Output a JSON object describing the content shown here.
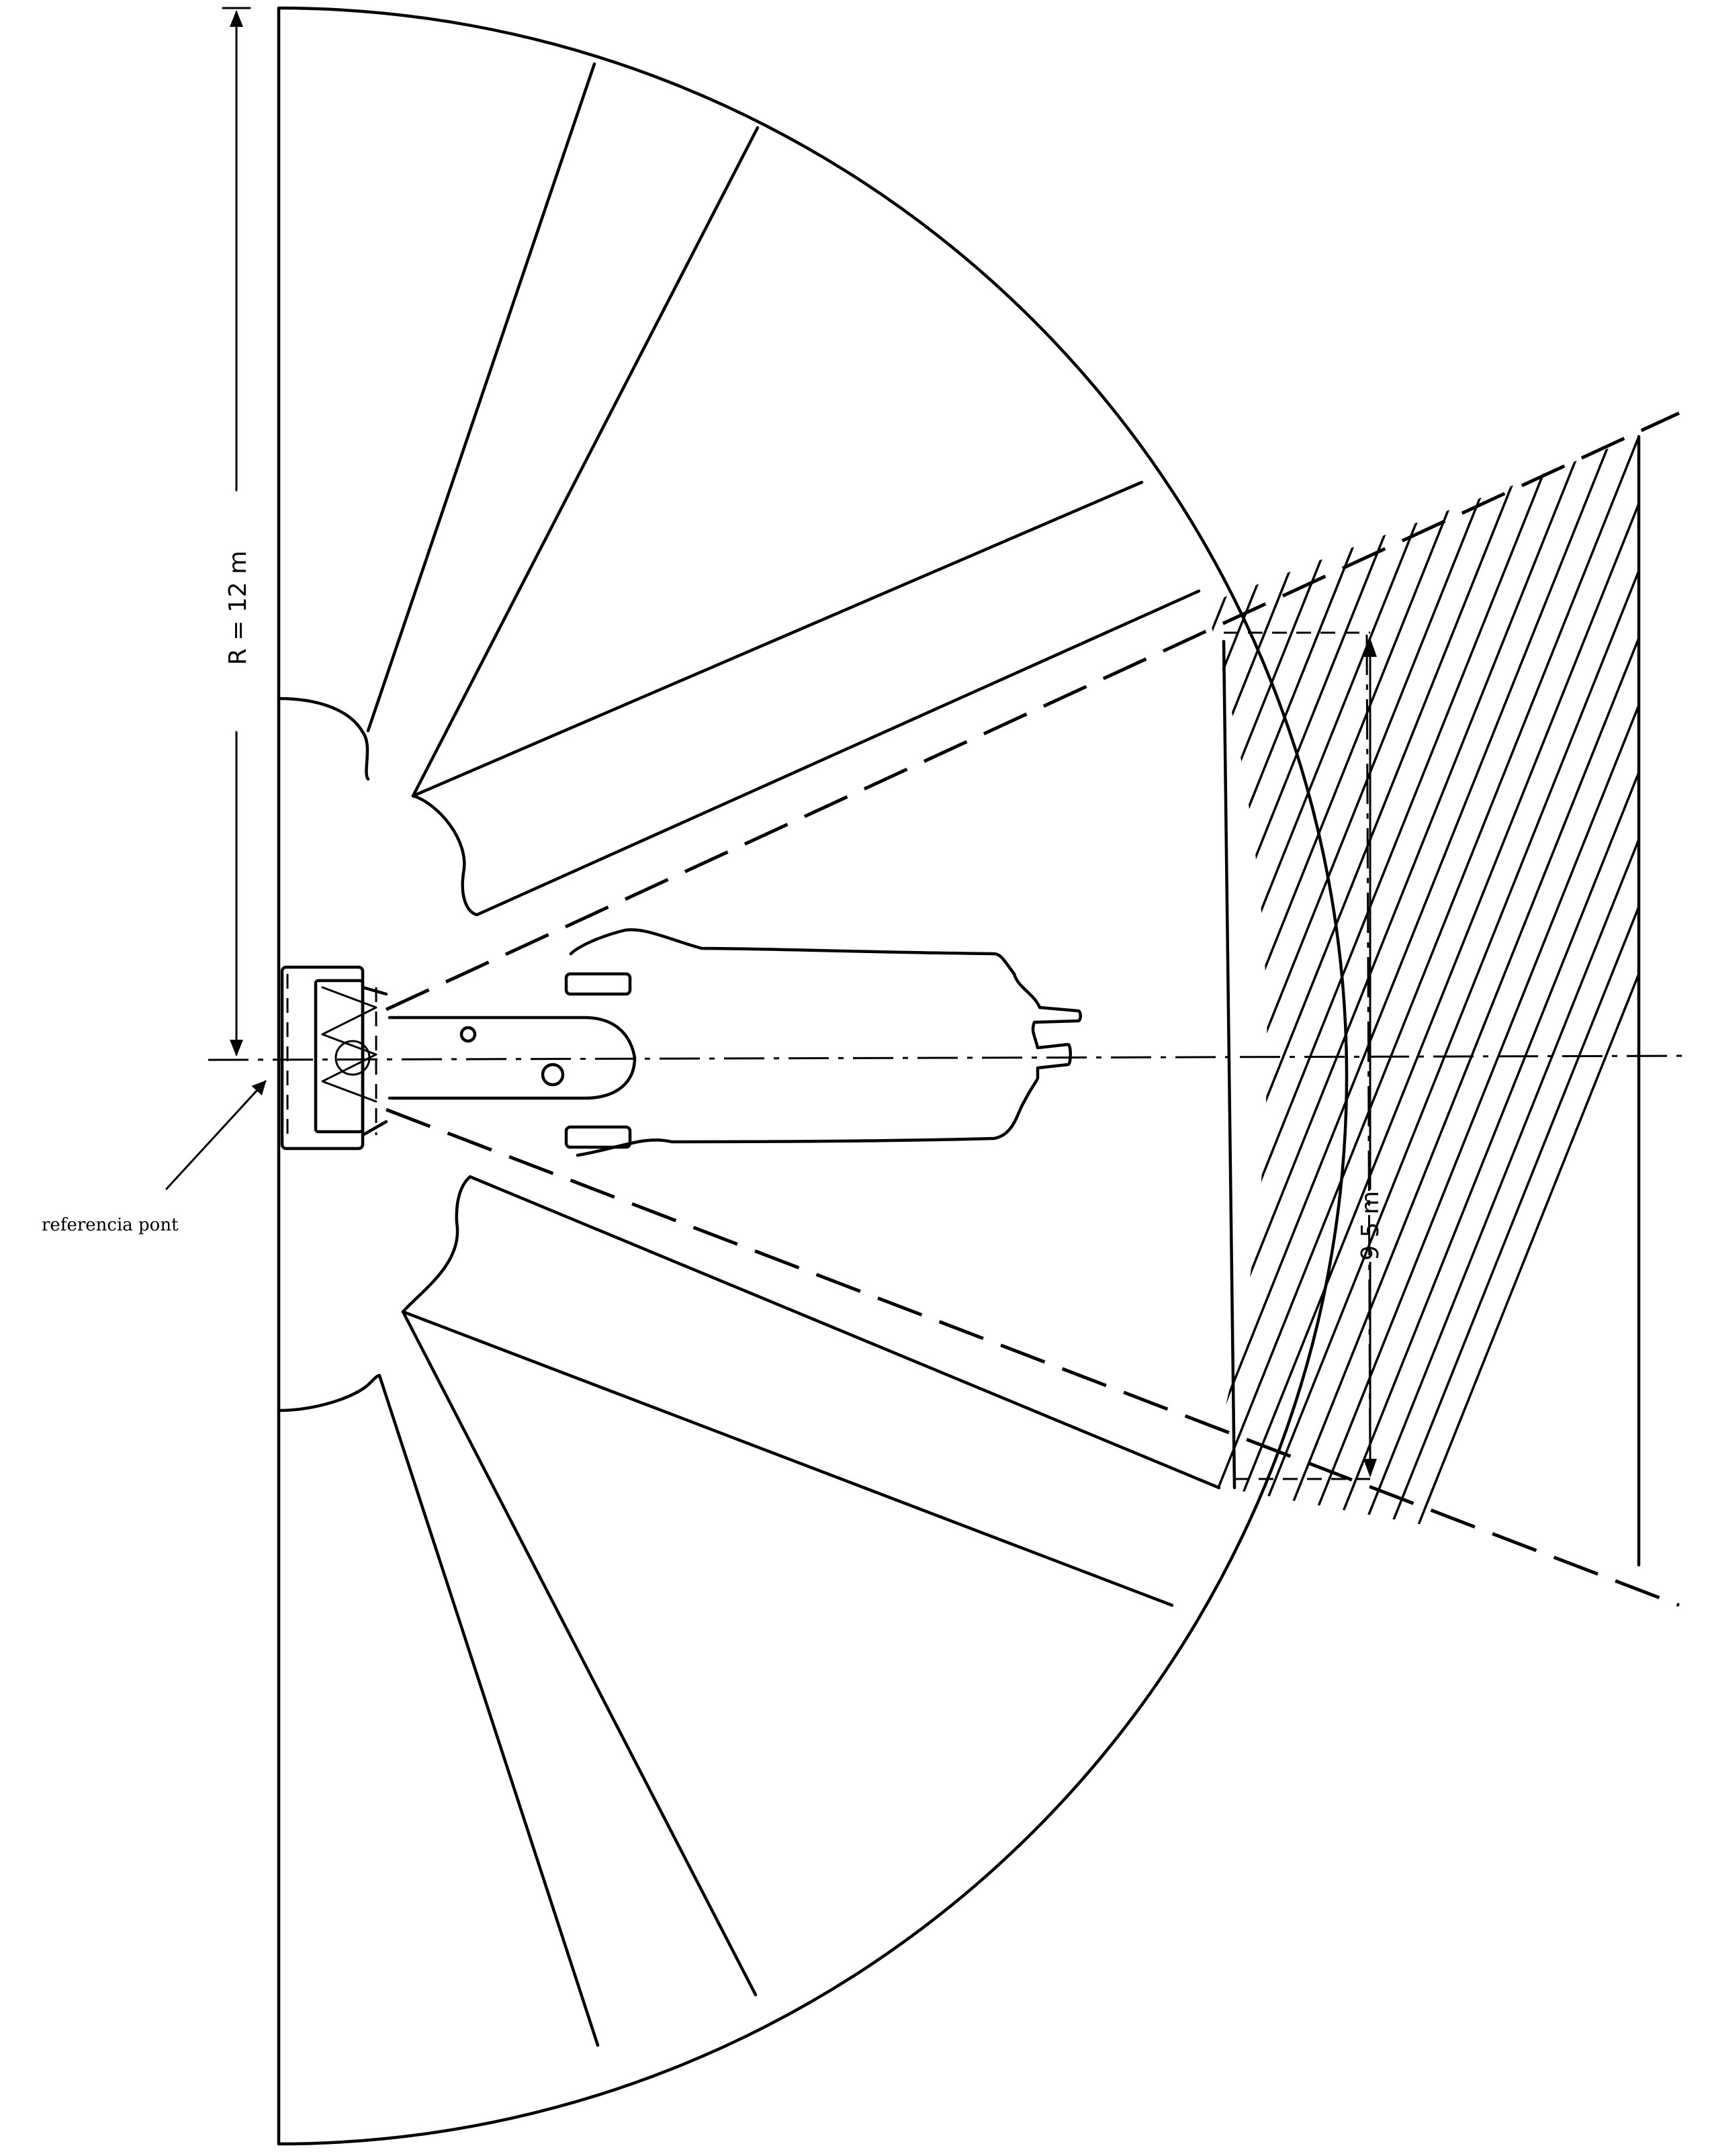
{
  "labels": {
    "radius": "R = 12 m",
    "width": "9·5 m",
    "reference_point": "referencia pont"
  },
  "colors": {
    "ink": "#000000",
    "paper": "#ffffff"
  }
}
